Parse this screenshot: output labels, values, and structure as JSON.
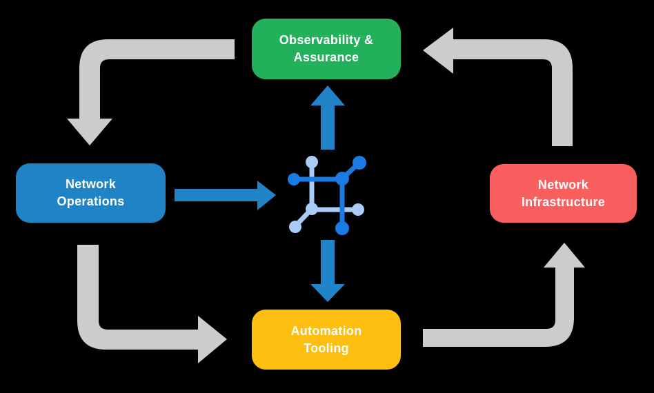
{
  "background": "#000000",
  "colors": {
    "gray_arrow": "#CCCCCC",
    "blue_arrow": "#2183C8",
    "icon_dark": "#1B7BE4",
    "icon_light": "#A9CBF5",
    "label_text": "#FFFFFF"
  },
  "nodes": {
    "observability": {
      "label": "Observability &\nAssurance",
      "color": "#23B05A"
    },
    "operations": {
      "label": "Network\nOperations",
      "color": "#1F83C5"
    },
    "infrastructure": {
      "label": "Network\nInfrastructure",
      "color": "#FA5F5F"
    },
    "automation": {
      "label": "Automation\nTooling",
      "color": "#FEBE10"
    }
  },
  "icons": {
    "center": "network-fabric-icon"
  },
  "flows": [
    {
      "from": "Network Operations",
      "to": "center-icon",
      "style": "blue"
    },
    {
      "from": "center-icon",
      "to": "Observability & Assurance",
      "style": "blue"
    },
    {
      "from": "center-icon",
      "to": "Automation Tooling",
      "style": "blue"
    },
    {
      "from": "Observability & Assurance",
      "to": "Network Operations",
      "style": "gray"
    },
    {
      "from": "Network Operations",
      "to": "Automation Tooling",
      "style": "gray"
    },
    {
      "from": "Automation Tooling",
      "to": "Network Infrastructure",
      "style": "gray"
    },
    {
      "from": "Network Infrastructure",
      "to": "Observability & Assurance",
      "style": "gray"
    }
  ]
}
